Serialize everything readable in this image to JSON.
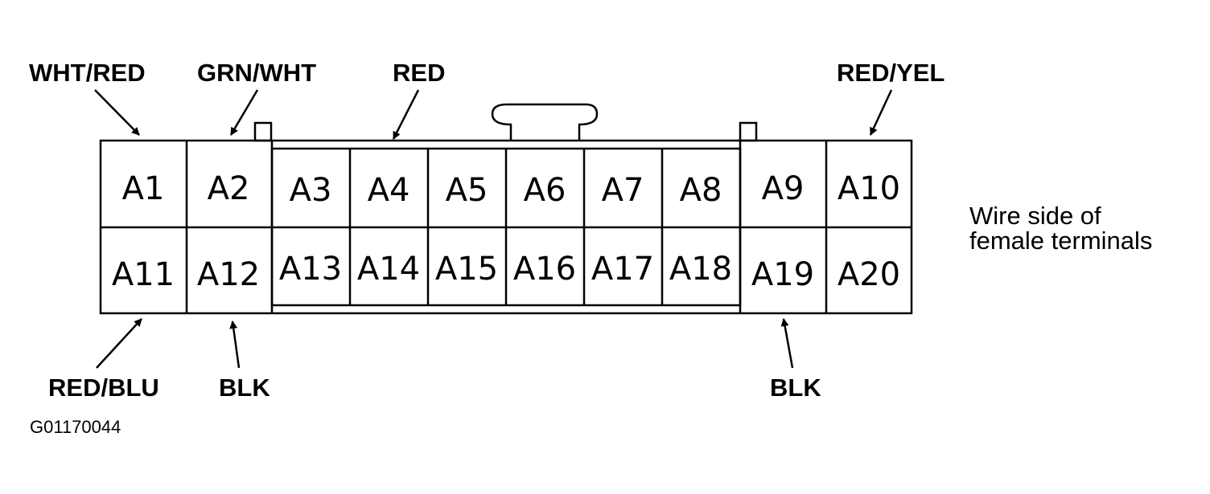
{
  "connector": {
    "top_row": [
      "A1",
      "A2",
      "A3",
      "A4",
      "A5",
      "A6",
      "A7",
      "A8",
      "A9",
      "A10"
    ],
    "bottom_row": [
      "A11",
      "A12",
      "A13",
      "A14",
      "A15",
      "A16",
      "A17",
      "A18",
      "A19",
      "A20"
    ]
  },
  "wire_labels": {
    "a1": "WHT/RED",
    "a2": "GRN/WHT",
    "a4": "RED",
    "a10": "RED/YEL",
    "a11": "RED/BLU",
    "a12": "BLK",
    "a19": "BLK"
  },
  "note": {
    "line1": "Wire side of",
    "line2": "female terminals"
  },
  "figure_id": "G01170044"
}
